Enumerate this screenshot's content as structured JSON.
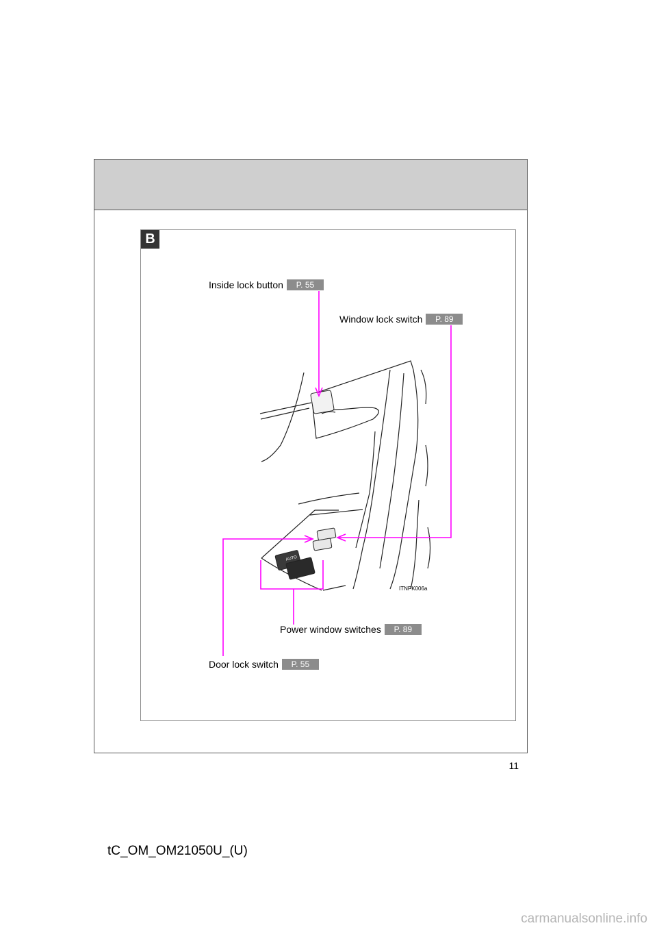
{
  "section_badge": "B",
  "callouts": {
    "inside_lock": {
      "label": "Inside lock button",
      "ref": "P. 55"
    },
    "window_lock": {
      "label": "Window lock switch",
      "ref": "P. 89"
    },
    "power_window": {
      "label": "Power window switches",
      "ref": "P. 89"
    },
    "door_lock": {
      "label": "Door lock switch",
      "ref": "P. 55"
    }
  },
  "figure_code": "ITNPK006a",
  "switch_label": "AUTO",
  "page_number": "11",
  "doc_id": "tC_OM_OM21050U_(U)",
  "watermark": "carmanualsonline.info",
  "colors": {
    "leader": "#ff00ff",
    "header_band": "#cfcfcf",
    "badge": "#333333"
  }
}
